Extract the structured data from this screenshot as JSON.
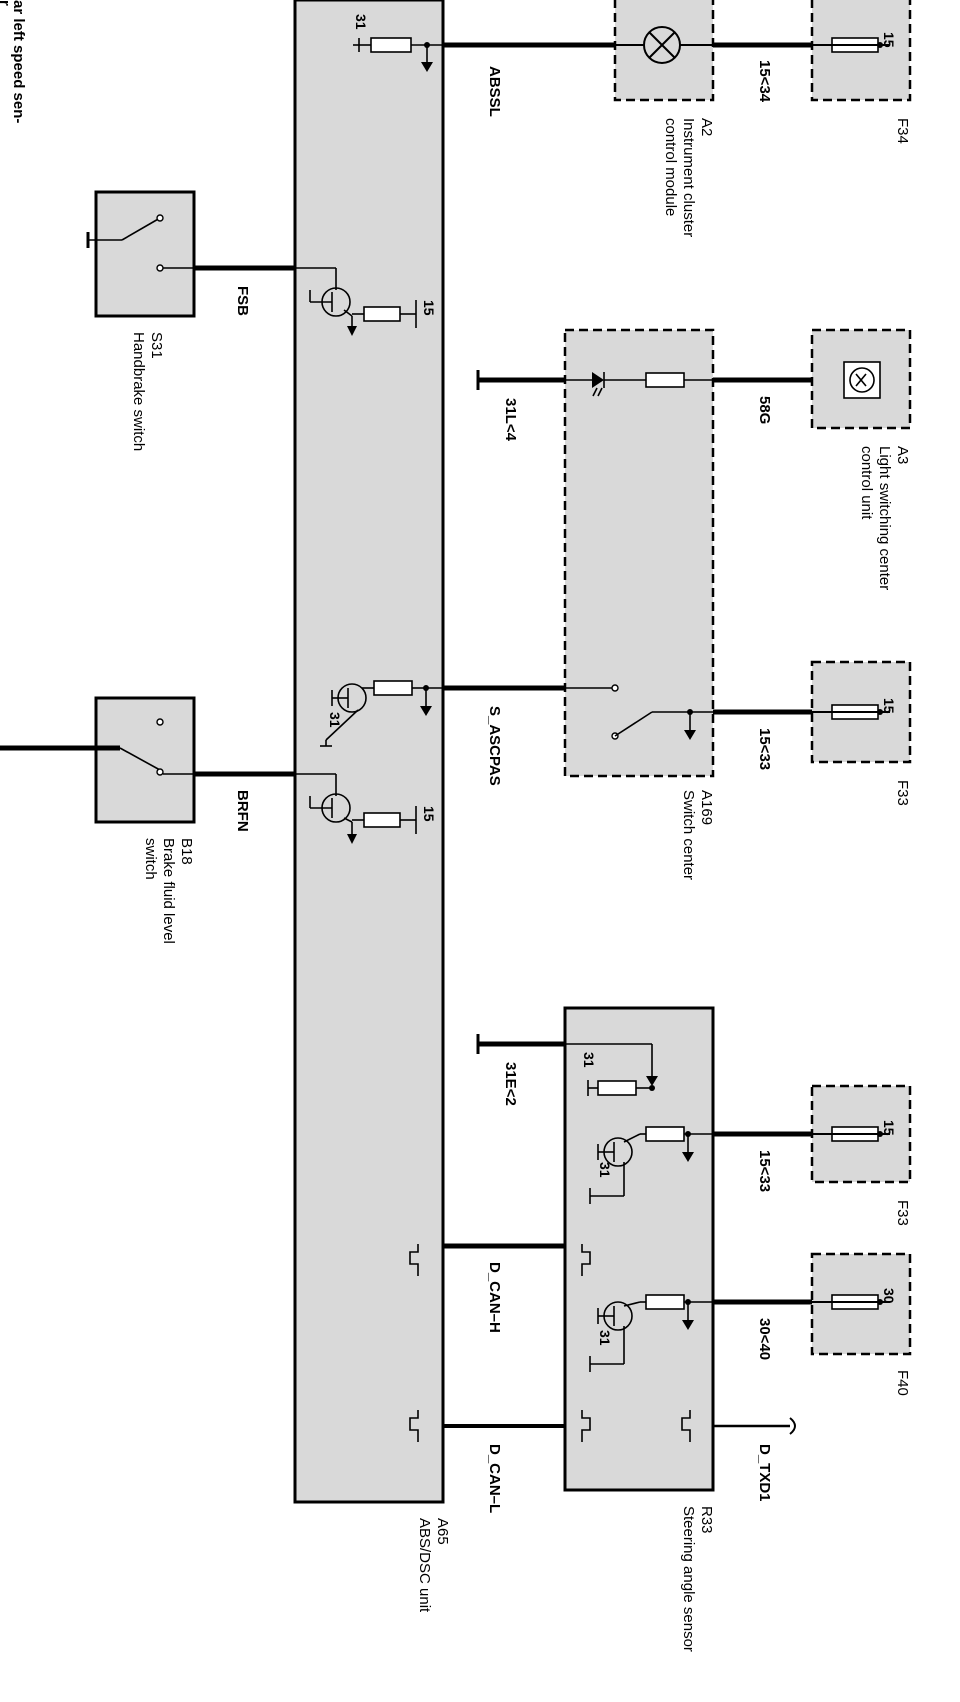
{
  "components": {
    "a65": {
      "id": "A65",
      "name": "ABS/DSC unit"
    },
    "a2": {
      "id": "A2",
      "name_line1": "Instrument cluster",
      "name_line2": "control module"
    },
    "a3": {
      "id": "A3",
      "name_line1": "Light switching center",
      "name_line2": "control unit"
    },
    "a169": {
      "id": "A169",
      "name": "Switch center"
    },
    "r33": {
      "id": "R33",
      "name": "Steering angle sensor"
    },
    "s31": {
      "id": "S31",
      "name": "Handbrake switch"
    },
    "b18": {
      "id": "B18",
      "name_line1": "Brake fluid level",
      "name_line2": "switch"
    },
    "f34": {
      "id": "F34",
      "pin": "15"
    },
    "f33a": {
      "id": "F33",
      "pin": "15"
    },
    "f33b": {
      "id": "F33",
      "pin": "15"
    },
    "f40": {
      "id": "F40",
      "pin": "30"
    }
  },
  "wires": {
    "abssl": "ABSSL",
    "w15_34": "15<34",
    "fsb": "FSB",
    "w31l_4": "31L<4",
    "w58g": "58G",
    "s_ascpas": "S_ASCPAS",
    "w15_33a": "15<33",
    "brfn": "BRFN",
    "w31e_2": "31E<2",
    "w15_33b": "15<33",
    "d_can_h": "D_CAN–H",
    "w30_40": "30<40",
    "d_can_l": "D_CAN–L",
    "d_txd1": "D_TXD1"
  },
  "pins": {
    "a65_gnd": "31",
    "a65_fsb_supply": "15",
    "a65_ascpas_gnd": "31",
    "a65_brfn_supply": "15",
    "r33_gnd": "31",
    "r33_t1_gnd": "31",
    "r33_t2_gnd": "31"
  },
  "cutoff_text": {
    "line1": "ar left speed sen-",
    "line2": "r"
  }
}
